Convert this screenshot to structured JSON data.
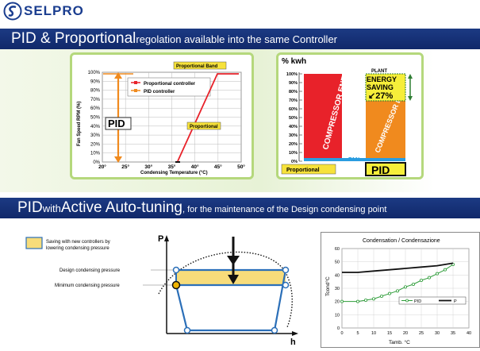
{
  "header": {
    "brand": "SELPRO",
    "banner1": {
      "part1": "PID & Proportional",
      "part2": " regolation available into the same Controller"
    },
    "banner2": {
      "part1": "PID",
      "part2": " with ",
      "part3": "Active Auto-tuning",
      "part4": ", for the maintenance of the Design condensing point"
    }
  },
  "fan_chart": {
    "y_axis_label": "Fan Speed RPM (%)",
    "x_axis_label": "Condensing Temperature (°C)",
    "y_ticks": [
      "0%",
      "10%",
      "20%",
      "30%",
      "40%",
      "50%",
      "60%",
      "70%",
      "80%",
      "90%",
      "100%"
    ],
    "x_ticks": [
      "20°",
      "25°",
      "30°",
      "35°",
      "40°",
      "45°",
      "50°"
    ],
    "legend": [
      {
        "label": "Proportional controller",
        "color": "#e8222a"
      },
      {
        "label": "PID controller",
        "color": "#f08a1e"
      }
    ],
    "prop_band_label": "Proportional Band",
    "proportional_label": "Proportional",
    "pid_label": "PID"
  },
  "energy_chart": {
    "y_axis_label": "% kwh",
    "y_ticks": [
      "0%",
      "10%",
      "20%",
      "30%",
      "40%",
      "50%",
      "60%",
      "70%",
      "80%",
      "90%",
      "100%"
    ],
    "plant_label": "PLANT",
    "saving_label1": "ENERGY",
    "saving_label2": "SAVING",
    "saving_value": "↙27%",
    "bar1_text": "COMPRESSOR ENERGY",
    "bar2_text": "COMPRESSOR ENERGY",
    "fan_label": "FAN",
    "x_label1": "Proportional",
    "x_label2": "PID",
    "bar_values": [
      {
        "name": "Proportional",
        "compressor": 96,
        "fan": 4
      },
      {
        "name": "PID",
        "compressor": 69,
        "fan": 4
      }
    ]
  },
  "ph_diagram": {
    "legend_text1": "Saving with new controllers by",
    "legend_text2": "lowering condensing pressure",
    "design_label": "Design condensing pressure",
    "min_label": "Minimum condensing pressure",
    "p_label": "P",
    "h_label": "h"
  },
  "chart_data": {
    "type": "line",
    "title": "Condensation / Condensazione",
    "xlabel": "Tamb. °C",
    "ylabel": "Tcond°C",
    "xlim": [
      0,
      40
    ],
    "ylim": [
      0,
      60
    ],
    "x_ticks": [
      "0",
      "5",
      "10",
      "15",
      "20",
      "25",
      "30",
      "35",
      "40"
    ],
    "y_ticks": [
      "0",
      "10",
      "20",
      "30",
      "40",
      "50",
      "60"
    ],
    "series": [
      {
        "name": "PID",
        "x": [
          0,
          5,
          7.5,
          10,
          12.5,
          15,
          17.5,
          20,
          22.5,
          25,
          27.5,
          30,
          32.5,
          35
        ],
        "y": [
          20,
          20,
          21,
          22,
          24,
          26,
          28,
          31,
          33,
          36,
          38,
          41,
          44,
          48
        ],
        "color": "#2f9d3a"
      },
      {
        "name": "P",
        "x": [
          0,
          5,
          10,
          15,
          20,
          25,
          30,
          35
        ],
        "y": [
          42,
          42,
          43,
          44,
          45,
          46,
          47,
          49
        ],
        "color": "#111111"
      }
    ],
    "legend_placement": "bottom-center",
    "grid": true
  }
}
